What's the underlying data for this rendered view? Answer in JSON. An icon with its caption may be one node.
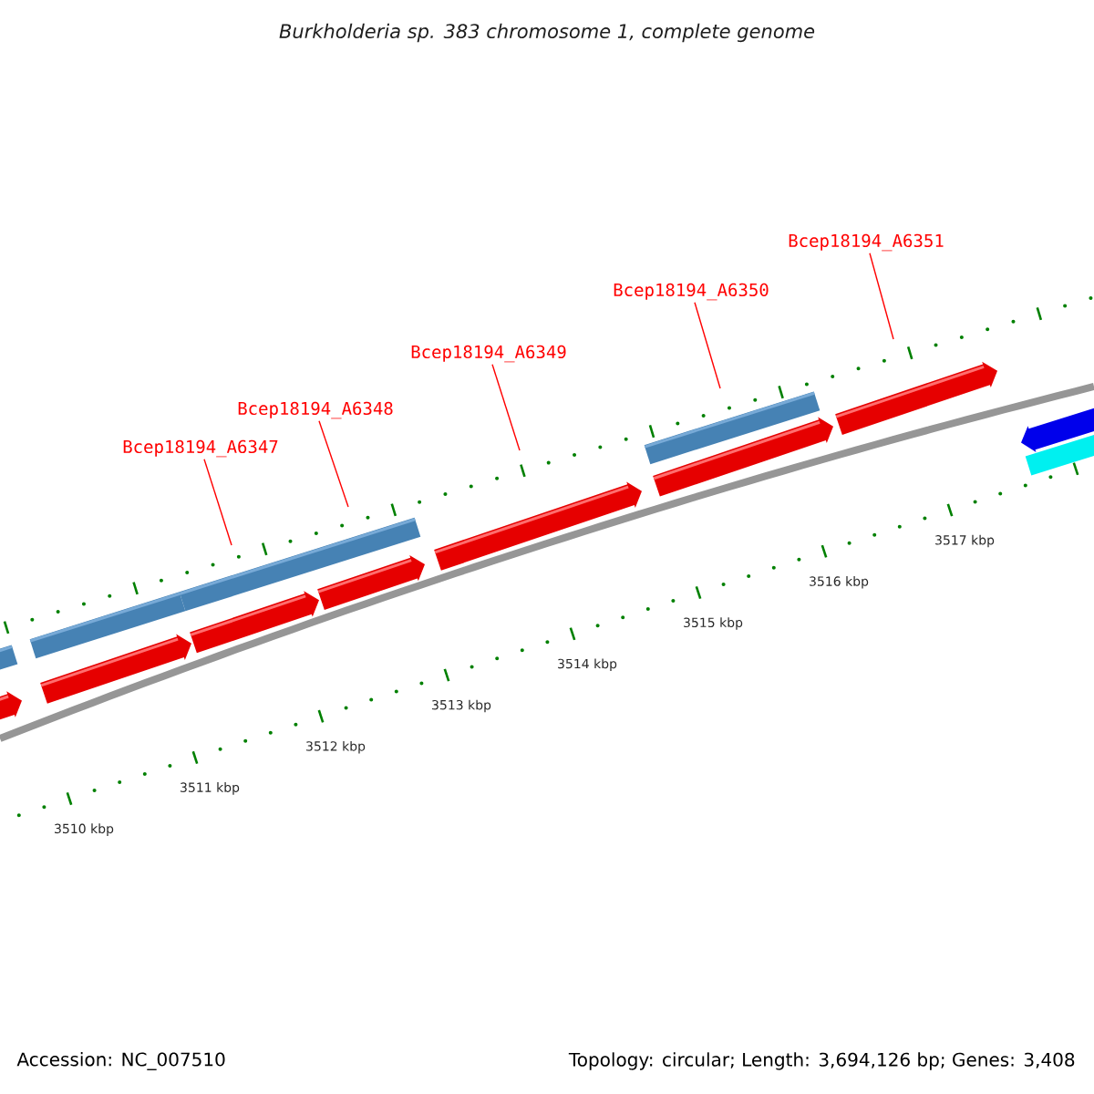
{
  "diagram": {
    "title": "Burkholderia sp. 383 chromosome 1, complete genome",
    "nodes": [
      {
        "text": [
          "Bcep18194_A6347"
        ]
      },
      {
        "text": [
          "Bcep18194_A6348"
        ]
      },
      {
        "text": [
          "Bcep18194_A6349"
        ]
      },
      {
        "text": [
          "Bcep18194_A6350"
        ]
      },
      {
        "text": [
          "Bcep18194_A6351"
        ]
      }
    ],
    "edges": [
      {
        "from": 0,
        "to": null,
        "arrow": "none",
        "color": "#ff0000"
      },
      {
        "from": 1,
        "to": null,
        "arrow": "none",
        "color": "#ff0000"
      },
      {
        "from": 2,
        "to": null,
        "arrow": "none",
        "color": "#ff0000"
      },
      {
        "from": 3,
        "to": null,
        "arrow": "none",
        "color": "#ff0000"
      },
      {
        "from": 4,
        "to": null,
        "arrow": "none",
        "color": "#ff0000"
      }
    ],
    "labels": [
      "3510 kbp",
      "3511 kbp",
      "3512 kbp",
      "3513 kbp",
      "3514 kbp",
      "3515 kbp",
      "3516 kbp",
      "3517 kbp",
      "Accession: NC_007510",
      "Topology: circular; Length: 3,694,126 bp; Genes: 3,408"
    ]
  }
}
